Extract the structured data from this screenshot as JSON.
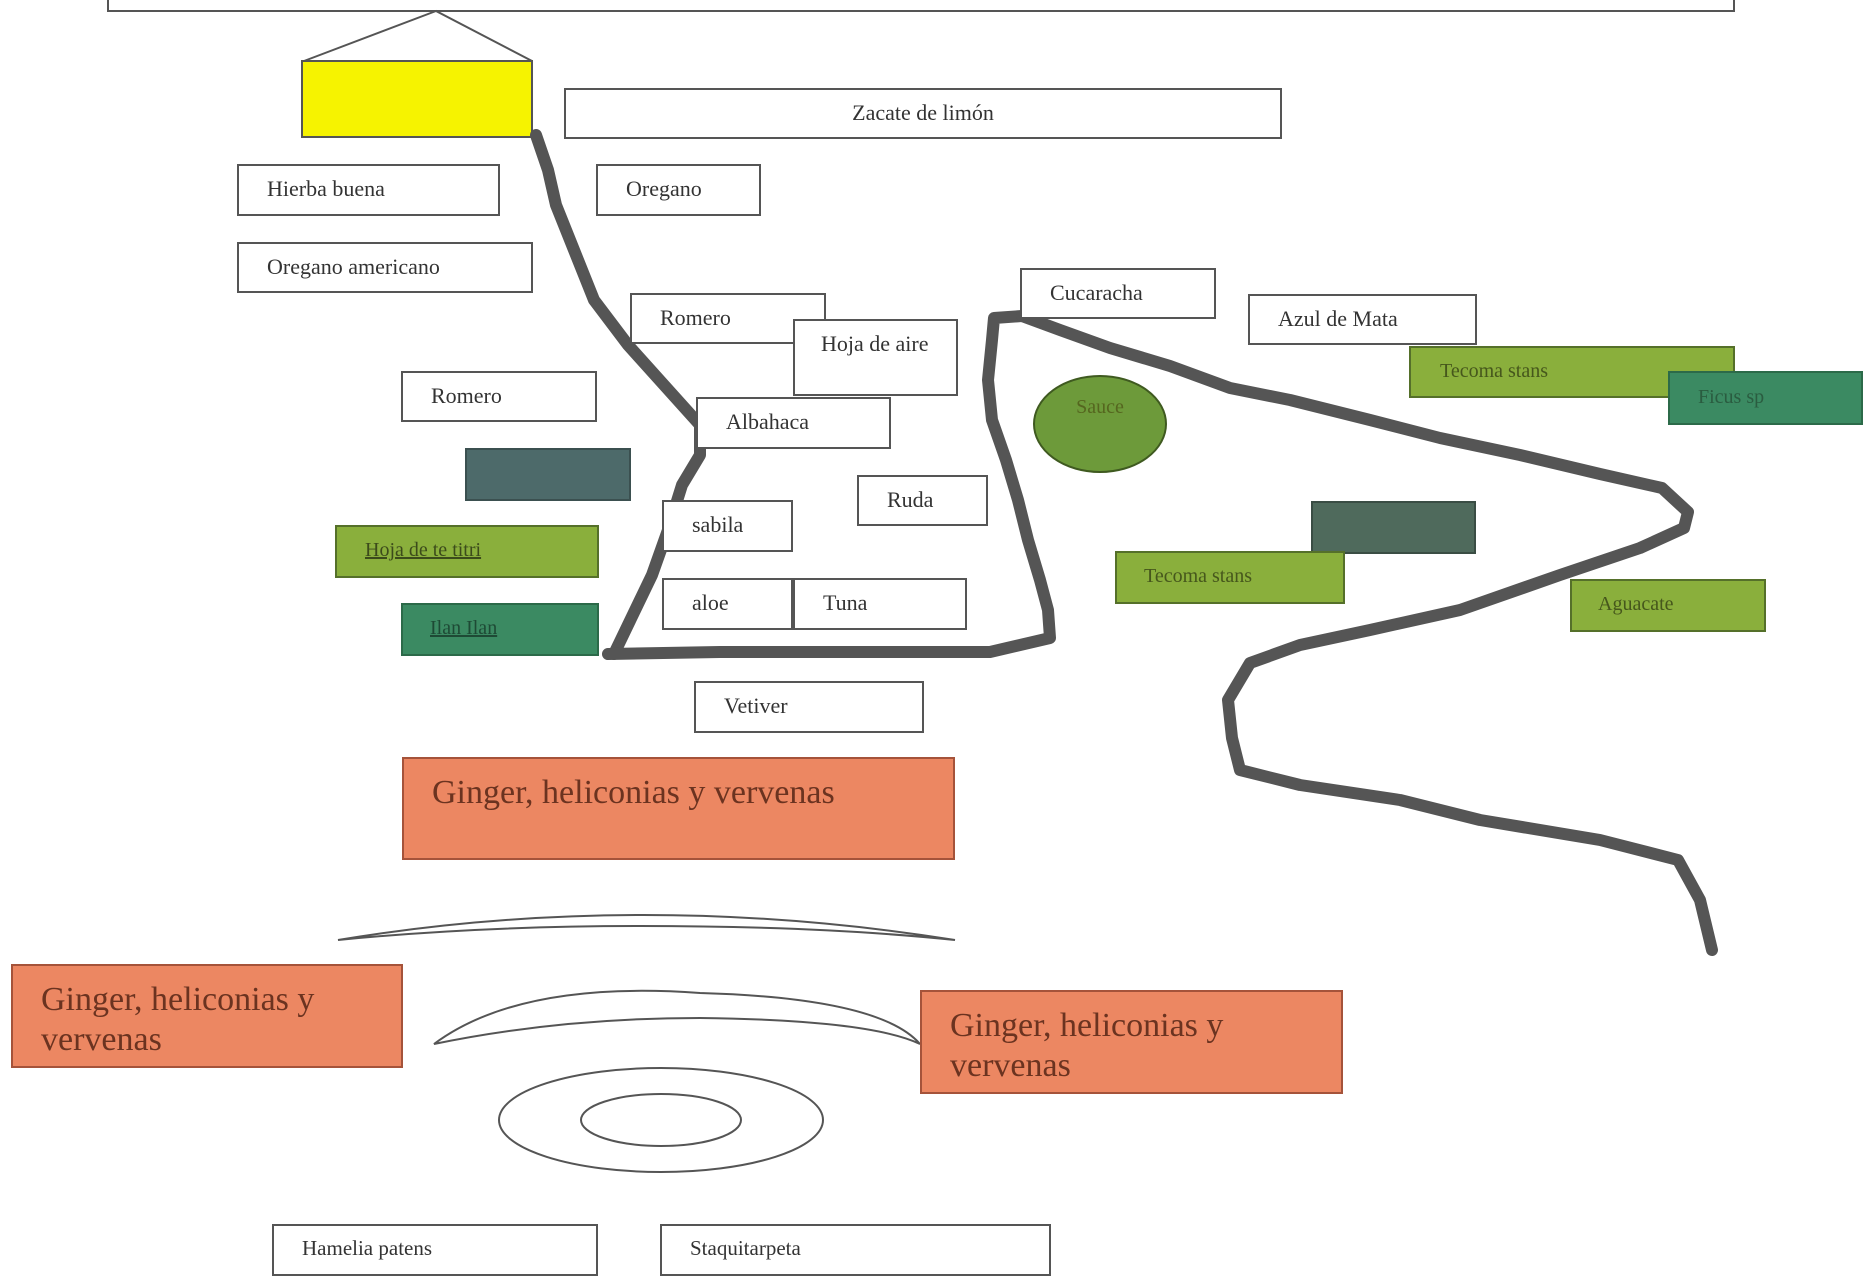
{
  "colors": {
    "yellow": "#f6f300",
    "light_green": "#8aaf3c",
    "mid_green": "#6d9a3a",
    "teal_green": "#3b8a62",
    "slate": "#4d6a6a",
    "dark_slate": "#4f6a5c",
    "orange": "#ec8762",
    "path_gray": "#555555"
  },
  "labels": {
    "zacate": "Zacate de limón",
    "hierba_buena": "Hierba buena",
    "oregano": "Oregano",
    "oregano_americano": "Oregano americano",
    "romero_top": "Romero",
    "hoja_de_aire": "Hoja de aire",
    "cucaracha": "Cucaracha",
    "azul_de_mata": "Azul de Mata",
    "tecoma_stans_top": "Tecoma stans",
    "ficus": "Ficus sp",
    "romero_left": "Romero",
    "albahaca": "Albahaca",
    "sauce": "Sauce",
    "hoja_de_te_titri": "Hoja de te titri",
    "sabila": "sabila",
    "ruda": "Ruda",
    "tecoma_stans_mid": "Tecoma stans",
    "aguacate": "Aguacate",
    "ilan_ilan": "Ilan Ilan",
    "aloe": "aloe",
    "tuna": "Tuna",
    "vetiver": "Vetiver",
    "ginger_center": "Ginger, heliconias y vervenas",
    "ginger_left": "Ginger, heliconias y vervenas",
    "ginger_right": "Ginger, heliconias y vervenas",
    "hamelia": "Hamelia patens",
    "staquitarpeta": "Staquitarpeta"
  }
}
